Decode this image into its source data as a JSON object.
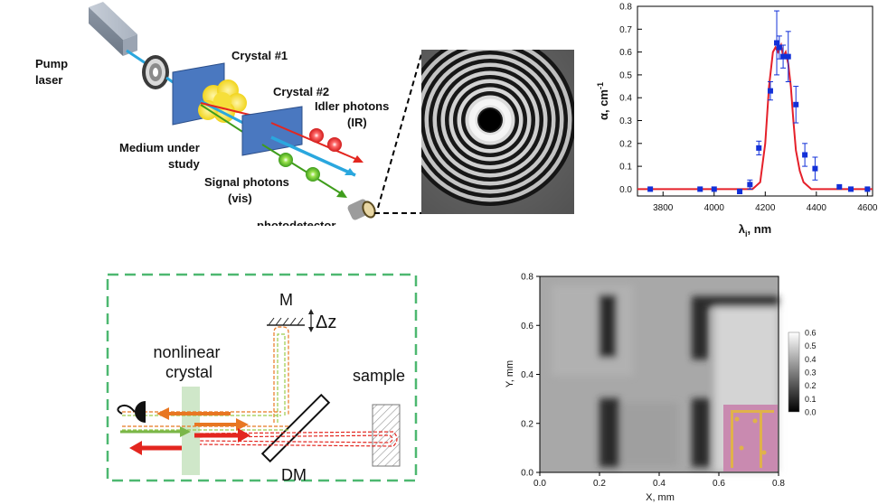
{
  "setup": {
    "pump_laser": [
      "Pump",
      "laser"
    ],
    "crystal1": "Crystal #1",
    "crystal2": "Crystal #2",
    "medium": [
      "Medium under",
      "study"
    ],
    "idler": [
      "Idler photons",
      "(IR)"
    ],
    "signal": [
      "Signal photons",
      "(vis)"
    ],
    "photodetector": "photodetector"
  },
  "schematic": {
    "mirror": "M",
    "delta": "Δz",
    "crystal_label": [
      "nonlinear",
      "crystal"
    ],
    "sample": "sample",
    "dm": "DM"
  },
  "colors": {
    "orange": "#e87722",
    "red": "#e3261f",
    "green": "#7ab648",
    "dashed_border": "#4db870",
    "crystal_box": "#4a78c0",
    "fit_line": "#e5202a",
    "data_marker": "#1230d8"
  },
  "chart_data": [
    {
      "type": "scatter",
      "xlabel": "λ",
      "xlabel_sub": "i",
      "xlabel_unit": ", nm",
      "ylabel": "α, cm",
      "ylabel_sup": "-1",
      "xlim": [
        3700,
        4620
      ],
      "ylim": [
        -0.03,
        0.8
      ],
      "xticks": [
        3800,
        4000,
        4200,
        4400,
        4600
      ],
      "yticks": [
        0.0,
        0.1,
        0.2,
        0.3,
        0.4,
        0.5,
        0.6,
        0.7,
        0.8
      ],
      "points": [
        {
          "x": 3750,
          "y": 0.0,
          "err": 0.0
        },
        {
          "x": 3945,
          "y": 0.0,
          "err": 0.0
        },
        {
          "x": 4000,
          "y": 0.0,
          "err": 0.0
        },
        {
          "x": 4100,
          "y": -0.01,
          "err": 0.01
        },
        {
          "x": 4140,
          "y": 0.02,
          "err": 0.02
        },
        {
          "x": 4175,
          "y": 0.18,
          "err": 0.03
        },
        {
          "x": 4220,
          "y": 0.43,
          "err": 0.04
        },
        {
          "x": 4245,
          "y": 0.64,
          "err": 0.14
        },
        {
          "x": 4255,
          "y": 0.62,
          "err": 0.05
        },
        {
          "x": 4270,
          "y": 0.58,
          "err": 0.05
        },
        {
          "x": 4290,
          "y": 0.58,
          "err": 0.11
        },
        {
          "x": 4320,
          "y": 0.37,
          "err": 0.08
        },
        {
          "x": 4355,
          "y": 0.15,
          "err": 0.05
        },
        {
          "x": 4395,
          "y": 0.09,
          "err": 0.05
        },
        {
          "x": 4490,
          "y": 0.01,
          "err": 0.0
        },
        {
          "x": 4535,
          "y": 0.0,
          "err": 0.0
        },
        {
          "x": 4600,
          "y": 0.0,
          "err": 0.0
        }
      ],
      "fit": {
        "x": [
          3700,
          4150,
          4180,
          4200,
          4215,
          4230,
          4240,
          4250,
          4262,
          4270,
          4280,
          4290,
          4300,
          4310,
          4320,
          4335,
          4350,
          4380,
          4620
        ],
        "y": [
          0.0,
          0.0,
          0.03,
          0.2,
          0.45,
          0.6,
          0.62,
          0.6,
          0.63,
          0.58,
          0.6,
          0.55,
          0.45,
          0.3,
          0.17,
          0.08,
          0.03,
          0.0,
          0.0
        ]
      }
    },
    {
      "type": "heatmap",
      "xlabel": "X, mm",
      "ylabel": "Y, mm",
      "xlim": [
        0.0,
        0.8
      ],
      "ylim": [
        0.0,
        0.8
      ],
      "xticks": [
        "0.0",
        "0.2",
        "0.4",
        "0.6",
        "0.8"
      ],
      "yticks": [
        "0.0",
        "0.2",
        "0.4",
        "0.6",
        "0.8"
      ],
      "colorbar_ticks": [
        "0.6",
        "0.5",
        "0.4",
        "0.3",
        "0.2",
        "0.1",
        "0.0"
      ],
      "colorbar_range": [
        0.0,
        0.6
      ]
    }
  ]
}
